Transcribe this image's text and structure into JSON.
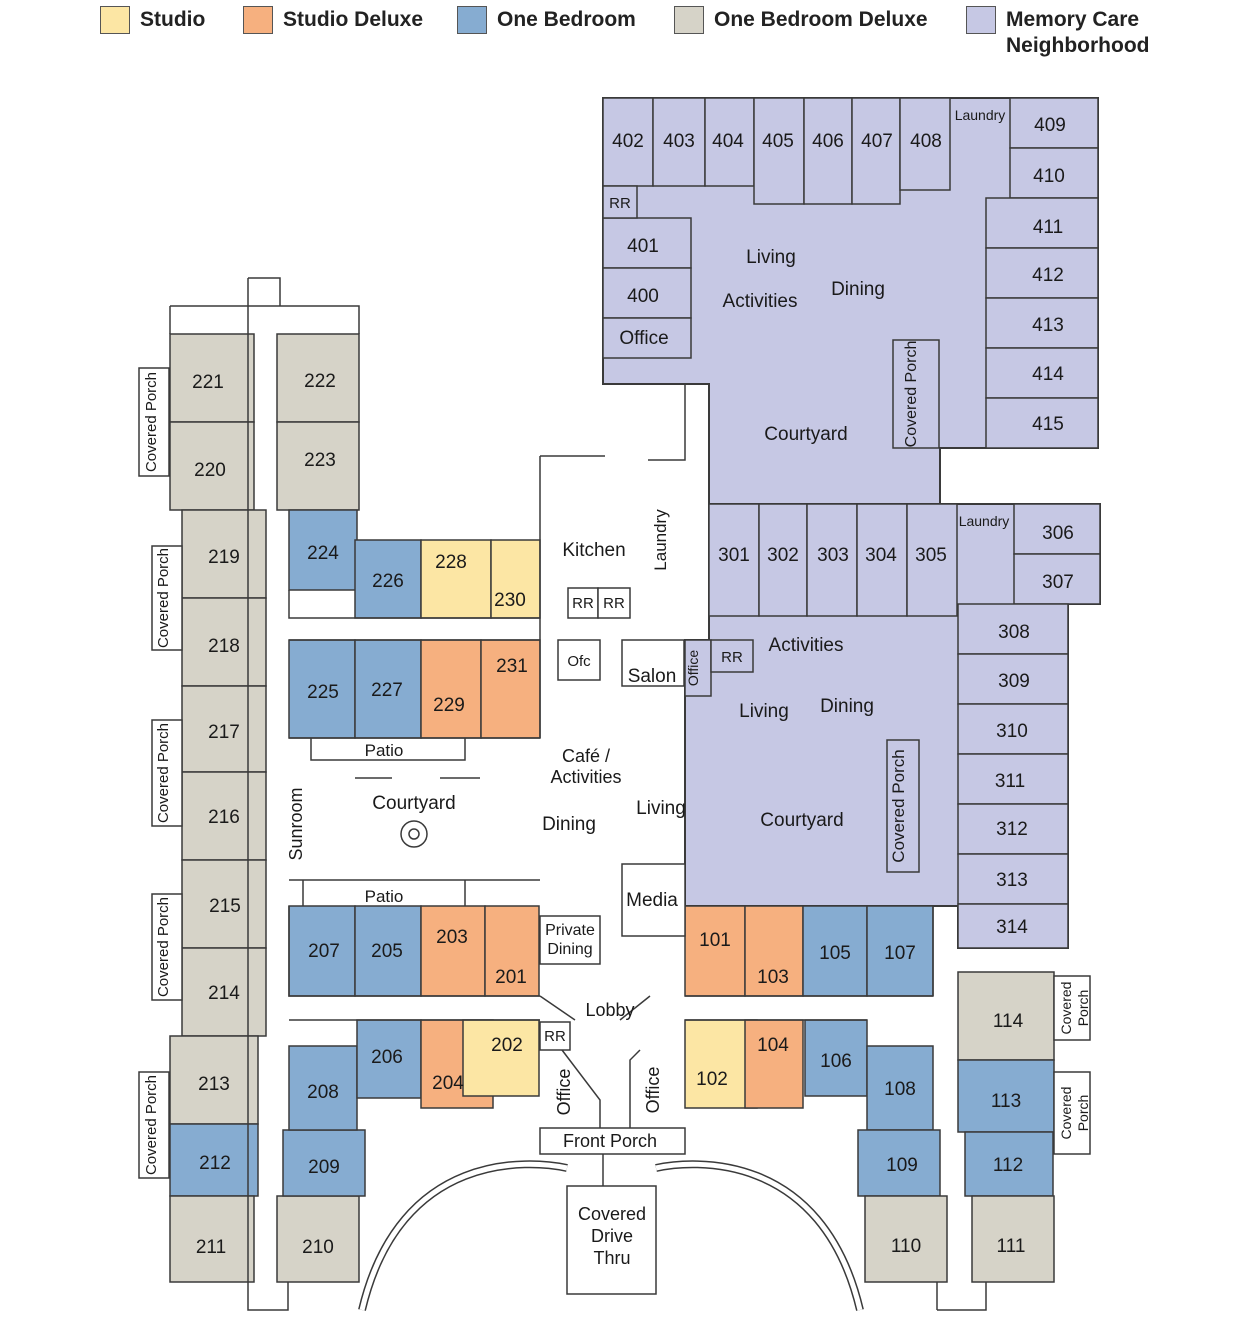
{
  "colors": {
    "studio": "#FCE6A4",
    "studio_deluxe": "#F6B07F",
    "one_bedroom": "#86ACD1",
    "one_bedroom_deluxe": "#D6D3C8",
    "memory_care": "#C6C8E4",
    "wall": "#3a3a3a",
    "common": "#ffffff"
  },
  "legend": [
    {
      "key": "studio",
      "label": "Studio"
    },
    {
      "key": "studio_deluxe",
      "label": "Studio Deluxe"
    },
    {
      "key": "one_bedroom",
      "label": "One Bedroom"
    },
    {
      "key": "one_bedroom_deluxe",
      "label": "One Bedroom Deluxe"
    },
    {
      "key": "memory_care",
      "label": "Memory Care Neighborhood"
    }
  ],
  "units": [
    {
      "id": "402",
      "type": "memory_care"
    },
    {
      "id": "403",
      "type": "memory_care"
    },
    {
      "id": "404",
      "type": "memory_care"
    },
    {
      "id": "405",
      "type": "memory_care"
    },
    {
      "id": "406",
      "type": "memory_care"
    },
    {
      "id": "407",
      "type": "memory_care"
    },
    {
      "id": "408",
      "type": "memory_care"
    },
    {
      "id": "409",
      "type": "memory_care"
    },
    {
      "id": "410",
      "type": "memory_care"
    },
    {
      "id": "411",
      "type": "memory_care"
    },
    {
      "id": "412",
      "type": "memory_care"
    },
    {
      "id": "413",
      "type": "memory_care"
    },
    {
      "id": "414",
      "type": "memory_care"
    },
    {
      "id": "415",
      "type": "memory_care"
    },
    {
      "id": "401",
      "type": "memory_care"
    },
    {
      "id": "400",
      "type": "memory_care"
    },
    {
      "id": "301",
      "type": "memory_care"
    },
    {
      "id": "302",
      "type": "memory_care"
    },
    {
      "id": "303",
      "type": "memory_care"
    },
    {
      "id": "304",
      "type": "memory_care"
    },
    {
      "id": "305",
      "type": "memory_care"
    },
    {
      "id": "306",
      "type": "memory_care"
    },
    {
      "id": "307",
      "type": "memory_care"
    },
    {
      "id": "308",
      "type": "memory_care"
    },
    {
      "id": "309",
      "type": "memory_care"
    },
    {
      "id": "310",
      "type": "memory_care"
    },
    {
      "id": "311",
      "type": "memory_care"
    },
    {
      "id": "312",
      "type": "memory_care"
    },
    {
      "id": "313",
      "type": "memory_care"
    },
    {
      "id": "314",
      "type": "memory_care"
    },
    {
      "id": "221",
      "type": "one_bedroom_deluxe"
    },
    {
      "id": "220",
      "type": "one_bedroom_deluxe"
    },
    {
      "id": "222",
      "type": "one_bedroom_deluxe"
    },
    {
      "id": "223",
      "type": "one_bedroom_deluxe"
    },
    {
      "id": "219",
      "type": "one_bedroom_deluxe"
    },
    {
      "id": "218",
      "type": "one_bedroom_deluxe"
    },
    {
      "id": "217",
      "type": "one_bedroom_deluxe"
    },
    {
      "id": "216",
      "type": "one_bedroom_deluxe"
    },
    {
      "id": "215",
      "type": "one_bedroom_deluxe"
    },
    {
      "id": "214",
      "type": "one_bedroom_deluxe"
    },
    {
      "id": "213",
      "type": "one_bedroom_deluxe"
    },
    {
      "id": "212",
      "type": "one_bedroom"
    },
    {
      "id": "211",
      "type": "one_bedroom_deluxe"
    },
    {
      "id": "210",
      "type": "one_bedroom_deluxe"
    },
    {
      "id": "209",
      "type": "one_bedroom"
    },
    {
      "id": "208",
      "type": "one_bedroom"
    },
    {
      "id": "206",
      "type": "one_bedroom"
    },
    {
      "id": "204",
      "type": "studio_deluxe"
    },
    {
      "id": "202",
      "type": "studio"
    },
    {
      "id": "207",
      "type": "one_bedroom"
    },
    {
      "id": "205",
      "type": "one_bedroom"
    },
    {
      "id": "203",
      "type": "studio_deluxe"
    },
    {
      "id": "201",
      "type": "studio_deluxe"
    },
    {
      "id": "225",
      "type": "one_bedroom"
    },
    {
      "id": "227",
      "type": "one_bedroom"
    },
    {
      "id": "229",
      "type": "studio_deluxe"
    },
    {
      "id": "231",
      "type": "studio_deluxe"
    },
    {
      "id": "224",
      "type": "one_bedroom"
    },
    {
      "id": "226",
      "type": "one_bedroom"
    },
    {
      "id": "228",
      "type": "studio"
    },
    {
      "id": "230",
      "type": "studio"
    },
    {
      "id": "101",
      "type": "studio_deluxe"
    },
    {
      "id": "103",
      "type": "studio_deluxe"
    },
    {
      "id": "105",
      "type": "one_bedroom"
    },
    {
      "id": "107",
      "type": "one_bedroom"
    },
    {
      "id": "102",
      "type": "studio"
    },
    {
      "id": "104",
      "type": "studio_deluxe"
    },
    {
      "id": "106",
      "type": "one_bedroom"
    },
    {
      "id": "108",
      "type": "one_bedroom"
    },
    {
      "id": "109",
      "type": "one_bedroom"
    },
    {
      "id": "110",
      "type": "one_bedroom_deluxe"
    },
    {
      "id": "114",
      "type": "one_bedroom_deluxe"
    },
    {
      "id": "113",
      "type": "one_bedroom"
    },
    {
      "id": "112",
      "type": "one_bedroom"
    },
    {
      "id": "111",
      "type": "one_bedroom_deluxe"
    }
  ],
  "spaces": [
    {
      "id": "rr-400",
      "label": "RR"
    },
    {
      "id": "office-400",
      "label": "Office"
    },
    {
      "id": "laundry-400",
      "label": "Laundry"
    },
    {
      "id": "living-400",
      "label": "Living"
    },
    {
      "id": "activities-400",
      "label": "Activities"
    },
    {
      "id": "dining-400",
      "label": "Dining"
    },
    {
      "id": "courtyard-400",
      "label": "Courtyard"
    },
    {
      "id": "porch-400",
      "label": "Covered Porch"
    },
    {
      "id": "laundry-300",
      "label": "Laundry"
    },
    {
      "id": "activities-300",
      "label": "Activities"
    },
    {
      "id": "rr-300",
      "label": "RR"
    },
    {
      "id": "office-300",
      "label": "Office"
    },
    {
      "id": "living-300",
      "label": "Living"
    },
    {
      "id": "dining-300",
      "label": "Dining"
    },
    {
      "id": "courtyard-300",
      "label": "Courtyard"
    },
    {
      "id": "porch-300",
      "label": "Covered Porch"
    },
    {
      "id": "kitchen",
      "label": "Kitchen"
    },
    {
      "id": "laundry-main",
      "label": "Laundry"
    },
    {
      "id": "rr-kitchen-1",
      "label": "RR"
    },
    {
      "id": "rr-kitchen-2",
      "label": "RR"
    },
    {
      "id": "ofc",
      "label": "Ofc"
    },
    {
      "id": "salon",
      "label": "Salon"
    },
    {
      "id": "cafe",
      "label": "Café / Activities"
    },
    {
      "id": "dining-main",
      "label": "Dining"
    },
    {
      "id": "living-main",
      "label": "Living"
    },
    {
      "id": "media",
      "label": "Media"
    },
    {
      "id": "private-dining",
      "label": "Private Dining"
    },
    {
      "id": "lobby",
      "label": "Lobby"
    },
    {
      "id": "rr-lobby",
      "label": "RR"
    },
    {
      "id": "office-lobby-left",
      "label": "Office"
    },
    {
      "id": "office-lobby-right",
      "label": "Office"
    },
    {
      "id": "front-porch",
      "label": "Front Porch"
    },
    {
      "id": "covered-drive",
      "label": "Covered Drive Thru"
    },
    {
      "id": "patio-upper",
      "label": "Patio"
    },
    {
      "id": "patio-lower",
      "label": "Patio"
    },
    {
      "id": "courtyard-200",
      "label": "Courtyard"
    },
    {
      "id": "sunroom",
      "label": "Sunroom"
    },
    {
      "id": "porch-221",
      "label": "Covered Porch"
    },
    {
      "id": "porch-219",
      "label": "Covered Porch"
    },
    {
      "id": "porch-217",
      "label": "Covered Porch"
    },
    {
      "id": "porch-215",
      "label": "Covered Porch"
    },
    {
      "id": "porch-213",
      "label": "Covered Porch"
    },
    {
      "id": "porch-114",
      "label": "Covered Porch"
    },
    {
      "id": "porch-113",
      "label": "Covered Porch"
    }
  ]
}
